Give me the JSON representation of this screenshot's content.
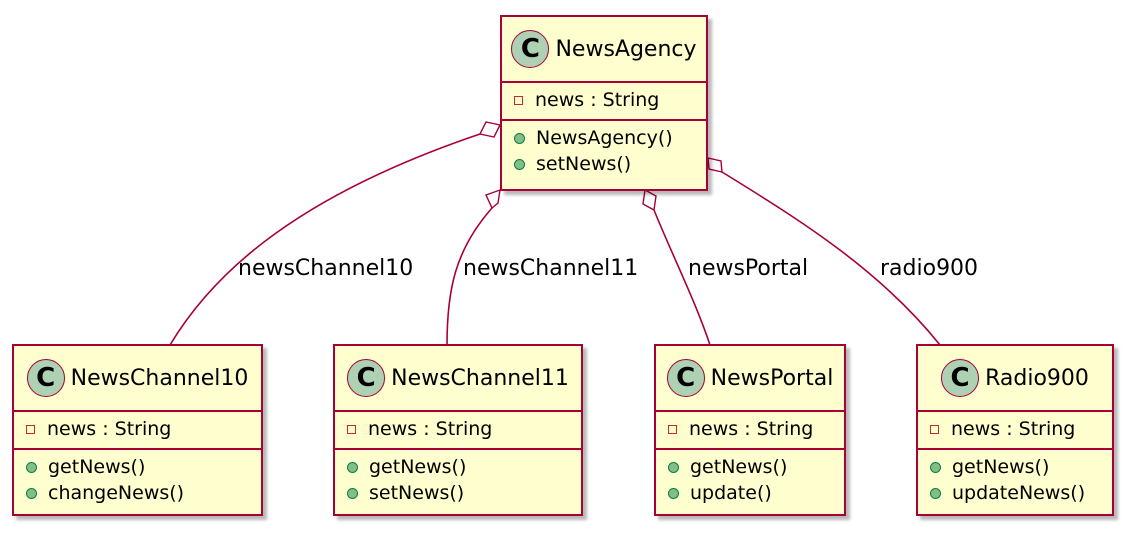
{
  "diagram": {
    "classes": {
      "agency": {
        "name": "NewsAgency",
        "icon": "C",
        "attributes": [
          {
            "visibility": "private",
            "text": "news : String"
          }
        ],
        "methods": [
          {
            "visibility": "public",
            "text": "NewsAgency()"
          },
          {
            "visibility": "public",
            "text": "setNews()"
          }
        ]
      },
      "channel10": {
        "name": "NewsChannel10",
        "icon": "C",
        "attributes": [
          {
            "visibility": "private",
            "text": "news : String"
          }
        ],
        "methods": [
          {
            "visibility": "public",
            "text": "getNews()"
          },
          {
            "visibility": "public",
            "text": "changeNews()"
          }
        ]
      },
      "channel11": {
        "name": "NewsChannel11",
        "icon": "C",
        "attributes": [
          {
            "visibility": "private",
            "text": "news : String"
          }
        ],
        "methods": [
          {
            "visibility": "public",
            "text": "getNews()"
          },
          {
            "visibility": "public",
            "text": "setNews()"
          }
        ]
      },
      "portal": {
        "name": "NewsPortal",
        "icon": "C",
        "attributes": [
          {
            "visibility": "private",
            "text": "news : String"
          }
        ],
        "methods": [
          {
            "visibility": "public",
            "text": "getNews()"
          },
          {
            "visibility": "public",
            "text": "update()"
          }
        ]
      },
      "radio": {
        "name": "Radio900",
        "icon": "C",
        "attributes": [
          {
            "visibility": "private",
            "text": "news : String"
          }
        ],
        "methods": [
          {
            "visibility": "public",
            "text": "getNews()"
          },
          {
            "visibility": "public",
            "text": "updateNews()"
          }
        ]
      }
    },
    "relations": [
      {
        "from": "agency",
        "to": "channel10",
        "type": "aggregation",
        "label": "newsChannel10"
      },
      {
        "from": "agency",
        "to": "channel11",
        "type": "aggregation",
        "label": "newsChannel11"
      },
      {
        "from": "agency",
        "to": "portal",
        "type": "aggregation",
        "label": "newsPortal"
      },
      {
        "from": "agency",
        "to": "radio",
        "type": "aggregation",
        "label": "radio900"
      }
    ],
    "colors": {
      "class_fill": "#fefece",
      "border": "#a80036",
      "class_icon_fill": "#add1b2",
      "private_marker": "#c82930",
      "public_marker": "#84be84"
    }
  }
}
